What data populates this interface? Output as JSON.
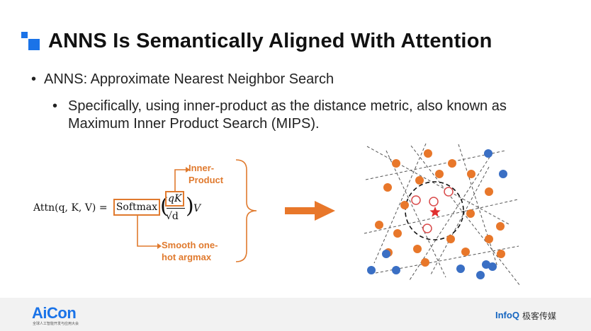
{
  "slide": {
    "title": "ANNS Is Semantically Aligned With Attention",
    "bullets": [
      {
        "text": "ANNS: Approximate Nearest Neighbor Search"
      },
      {
        "text": "Specifically, using inner-product as the distance metric, also known as Maximum Inner Product Search (MIPS)."
      }
    ]
  },
  "formula": {
    "lhs": "Attn(q, K, V) =",
    "softmax": "Softmax",
    "numerator": "qK",
    "denominator": "√d",
    "v": "V"
  },
  "labels": {
    "inner_product": [
      "Inner-",
      "Product"
    ],
    "smooth": [
      "Smooth one-",
      "hot argmax"
    ]
  },
  "colors": {
    "accent": "#e07a2e",
    "brand_blue": "#1a73e8",
    "dot_orange": "#e8772a",
    "dot_blue": "#3a6fc4",
    "star": "#e03030"
  },
  "footer": {
    "left_logo": "AiCon",
    "left_sub": "全球人工智能开发与应用大会",
    "right_logo": "InfoQ",
    "right_sub": "极客传媒"
  }
}
